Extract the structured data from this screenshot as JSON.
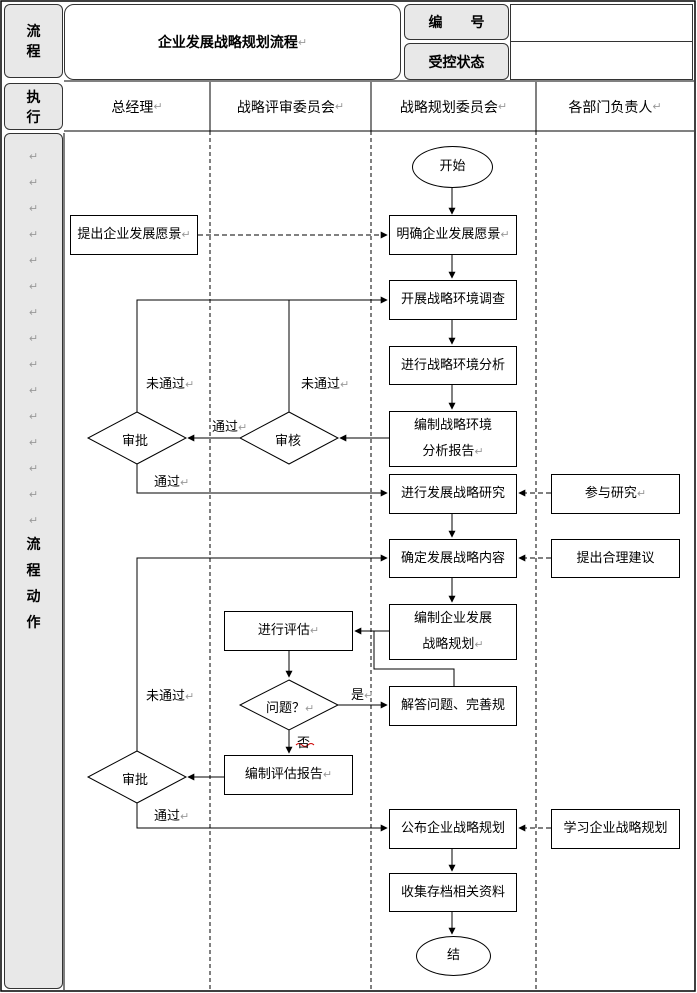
{
  "header": {
    "flow_label": [
      "流",
      "程"
    ],
    "title": "企业发展战略规划流程",
    "number_label": "编　　号",
    "control_label": "受控状态",
    "number_value": "",
    "control_value": ""
  },
  "exec_label": [
    "执",
    "行"
  ],
  "lanes": [
    "总经理",
    "战略评审委员会",
    "战略规划委员会",
    "各部门负责人"
  ],
  "side_label": [
    "流",
    "程",
    "动",
    "作"
  ],
  "nodes": {
    "start": "开始",
    "vision_propose": "提出企业发展愿景",
    "vision_clarify": "明确企业发展愿景",
    "env_survey": "开展战略环境调查",
    "env_analysis": "进行战略环境分析",
    "env_report": [
      "编制战略环境",
      "分析报告"
    ],
    "approve1": "审批",
    "review": "审核",
    "strategy_research": "进行发展战略研究",
    "participate": "参与研究",
    "confirm_content": "确定发展战略内容",
    "suggest": "提出合理建议",
    "plan_compile": [
      "编制企业发展",
      "战略规划"
    ],
    "evaluate": "进行评估",
    "problem": "问题？",
    "solve": "解答问题、完善规",
    "eval_report": "编制评估报告",
    "approve2": "审批",
    "publish": "公布企业战略规划",
    "learn": "学习企业战略规划",
    "archive": "收集存档相关资料",
    "end": "结"
  },
  "edge_labels": {
    "fail1": "未通过",
    "fail2": "未通过",
    "pass1": "通过",
    "pass2": "通过",
    "fail3": "未通过",
    "yes": "是",
    "no": "否",
    "pass3": "通过"
  },
  "mark": "↵"
}
